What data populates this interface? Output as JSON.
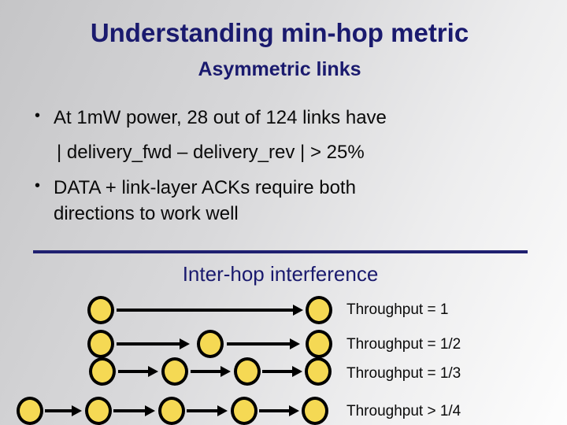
{
  "slide": {
    "title": "Understanding min-hop metric",
    "subtitle": "Asymmetric links",
    "bullet_char": "•",
    "bullets": [
      {
        "line1": "At 1mW power, 28 out of 124 links have",
        "line2": "| delivery_fwd – delivery_rev | > 25%"
      },
      {
        "line1": "DATA + link-layer ACKs require both",
        "line2": "directions to work well"
      }
    ],
    "section_heading": "Inter-hop interference"
  },
  "diagram": {
    "description": "chains of radio nodes with directed links showing throughput per number of hops",
    "node_fill_color": "#f5d954",
    "node_border_color": "#000000",
    "rows": [
      {
        "nodes": 2,
        "hops": 1,
        "label": "Throughput = 1"
      },
      {
        "nodes": 3,
        "hops": 2,
        "label": "Throughput = 1/2"
      },
      {
        "nodes": 4,
        "hops": 3,
        "label": "Throughput = 1/3"
      },
      {
        "nodes": 5,
        "hops": 4,
        "label": "Throughput > 1/4"
      }
    ]
  },
  "colors": {
    "heading_text": "#1a1a6e",
    "divider": "#1f2070",
    "body_text": "#0a0a0a",
    "background_top_left": "#c5c5c7",
    "background_bottom_right": "#fdfdfd"
  }
}
